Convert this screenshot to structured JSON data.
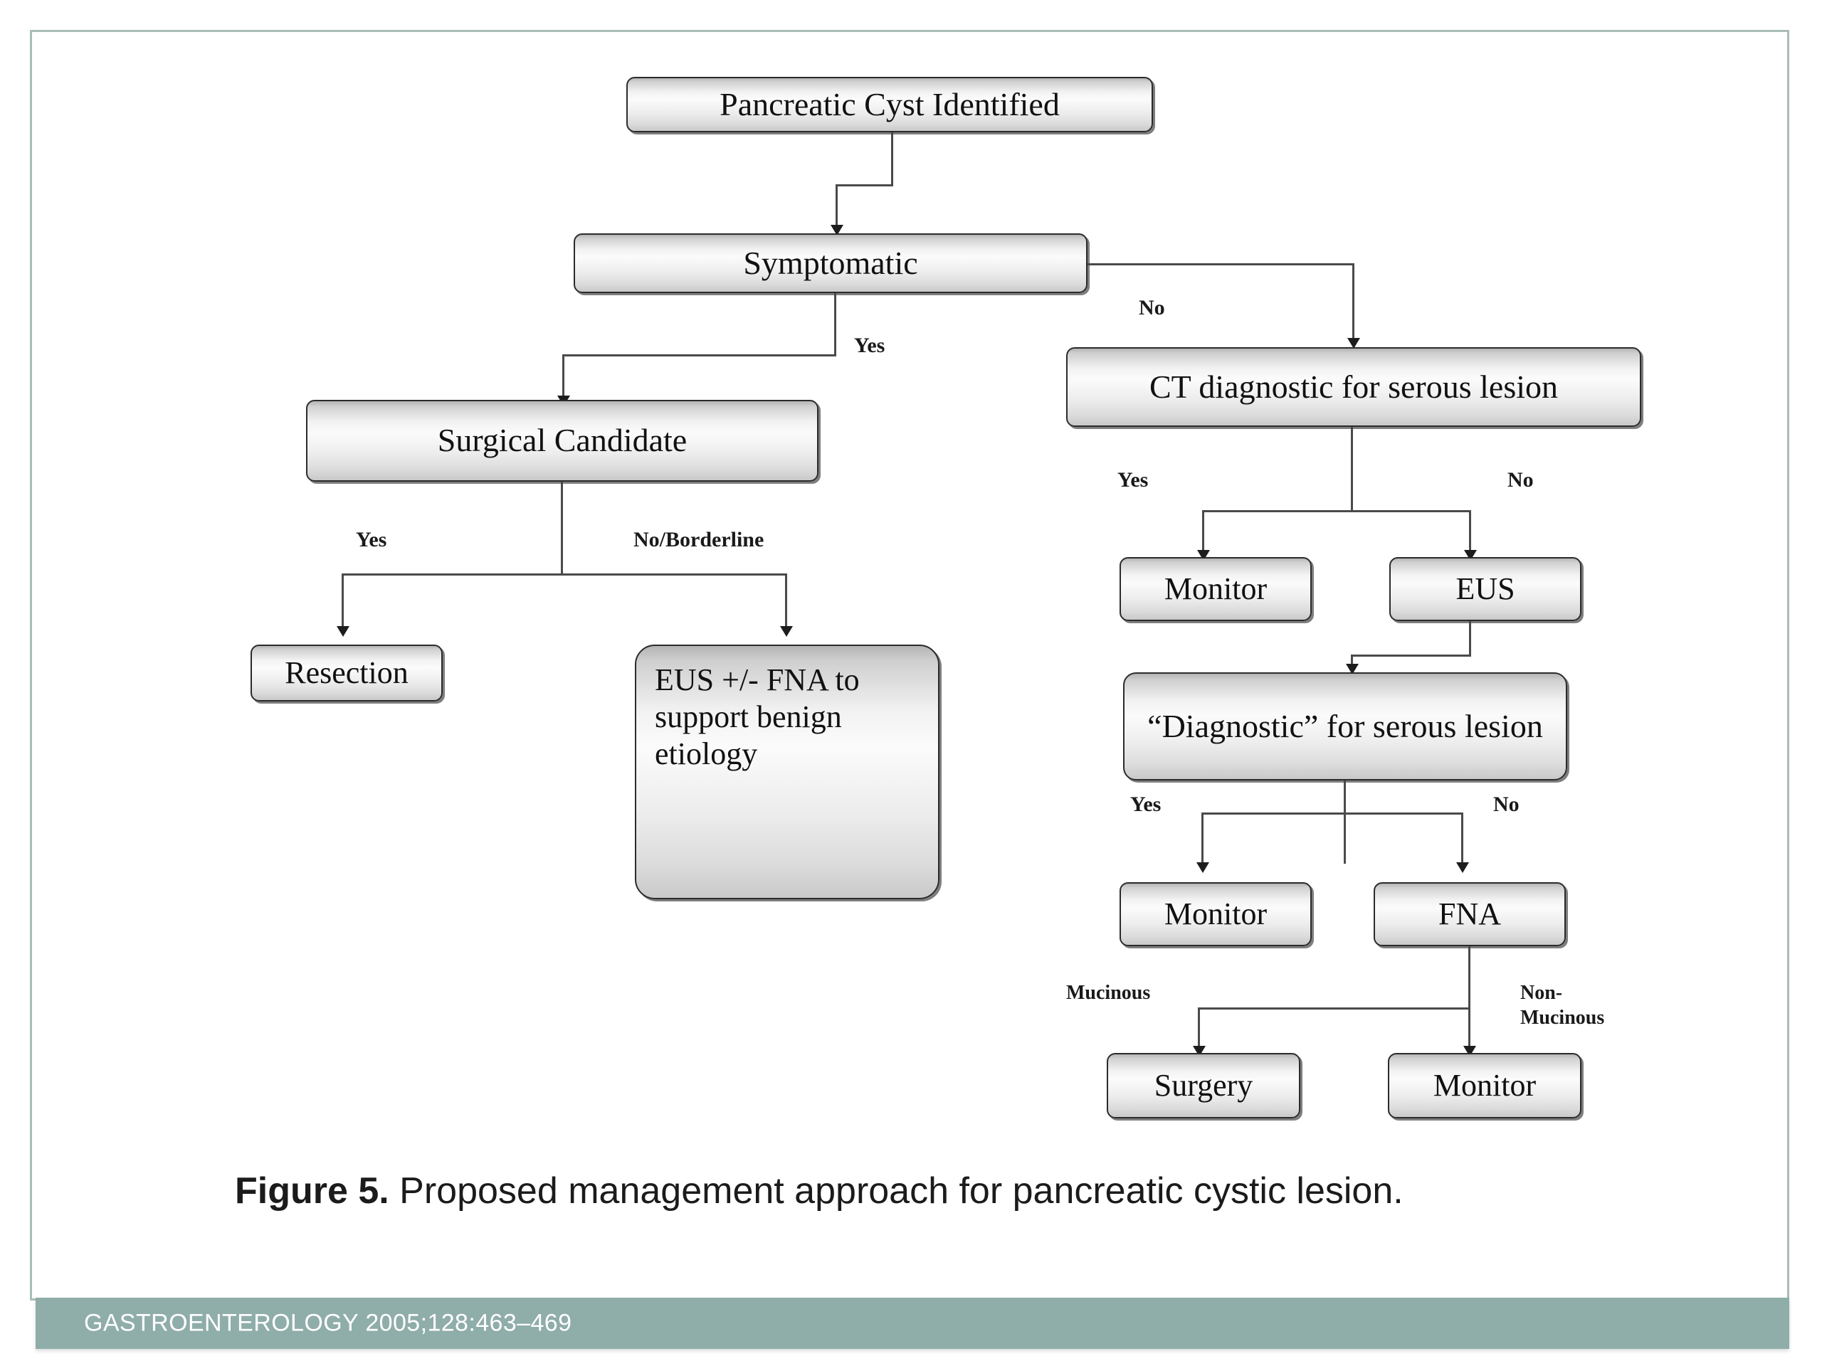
{
  "slide": {
    "border_color": "#a9bdb9",
    "background": "#ffffff"
  },
  "caption": {
    "figure_number": "Figure 5.",
    "text": "Proposed management approach for pancreatic cystic lesion."
  },
  "footer": {
    "citation": "GASTROENTEROLOGY 2005;128:463–469",
    "background_color": "#8fada9",
    "text_color": "#ffffff"
  },
  "chart_data": {
    "type": "diagram",
    "subtype": "clinical-decision-flowchart",
    "title": "Proposed management approach for pancreatic cystic lesion",
    "nodes": [
      {
        "id": "n1",
        "label": "Pancreatic Cyst Identified"
      },
      {
        "id": "n2",
        "label": "Symptomatic"
      },
      {
        "id": "n3",
        "label": "Surgical Candidate"
      },
      {
        "id": "n4",
        "label": "Resection"
      },
      {
        "id": "n5",
        "label": "EUS +/- FNA to support benign etiology"
      },
      {
        "id": "n6",
        "label": "CT diagnostic for serous lesion"
      },
      {
        "id": "n7",
        "label": "Monitor"
      },
      {
        "id": "n8",
        "label": "EUS"
      },
      {
        "id": "n9",
        "label": "“Diagnostic” for serous lesion"
      },
      {
        "id": "n10",
        "label": "Monitor"
      },
      {
        "id": "n11",
        "label": "FNA"
      },
      {
        "id": "n12",
        "label": "Surgery"
      },
      {
        "id": "n13",
        "label": "Monitor"
      }
    ],
    "edges": [
      {
        "from": "n1",
        "to": "n2",
        "label": ""
      },
      {
        "from": "n2",
        "to": "n3",
        "label": "Yes"
      },
      {
        "from": "n2",
        "to": "n6",
        "label": "No"
      },
      {
        "from": "n3",
        "to": "n4",
        "label": "Yes"
      },
      {
        "from": "n3",
        "to": "n5",
        "label": "No/Borderline"
      },
      {
        "from": "n6",
        "to": "n7",
        "label": "Yes"
      },
      {
        "from": "n6",
        "to": "n8",
        "label": "No"
      },
      {
        "from": "n8",
        "to": "n9",
        "label": ""
      },
      {
        "from": "n9",
        "to": "n10",
        "label": "Yes"
      },
      {
        "from": "n9",
        "to": "n11",
        "label": "No"
      },
      {
        "from": "n11",
        "to": "n12",
        "label": "Mucinous"
      },
      {
        "from": "n11",
        "to": "n13",
        "label": "Non-\nMucinous"
      }
    ],
    "edge_labels": [
      "Yes",
      "No",
      "Yes",
      "No/Borderline",
      "Yes",
      "No",
      "Yes",
      "No",
      "Mucinous",
      "Non-\nMucinous"
    ]
  },
  "nodes": {
    "pancreatic_cyst_identified": "Pancreatic Cyst Identified",
    "symptomatic": "Symptomatic",
    "surgical_candidate": "Surgical Candidate",
    "resection": "Resection",
    "eus_fna_benign": "EUS +/- FNA to support benign etiology",
    "ct_diagnostic_serous": "CT diagnostic for serous lesion",
    "monitor_ct_yes": "Monitor",
    "eus": "EUS",
    "diagnostic_serous_lesion": "“Diagnostic” for serous lesion",
    "monitor_diag_yes": "Monitor",
    "fna": "FNA",
    "surgery": "Surgery",
    "monitor_nonmucinous": "Monitor"
  },
  "labels": {
    "symptomatic_yes": "Yes",
    "symptomatic_no": "No",
    "surgical_yes": "Yes",
    "surgical_no_borderline": "No/Borderline",
    "ct_yes": "Yes",
    "ct_no": "No",
    "diag_yes": "Yes",
    "diag_no": "No",
    "fna_mucinous": "Mucinous",
    "fna_non_mucinous": "Non-\nMucinous"
  }
}
